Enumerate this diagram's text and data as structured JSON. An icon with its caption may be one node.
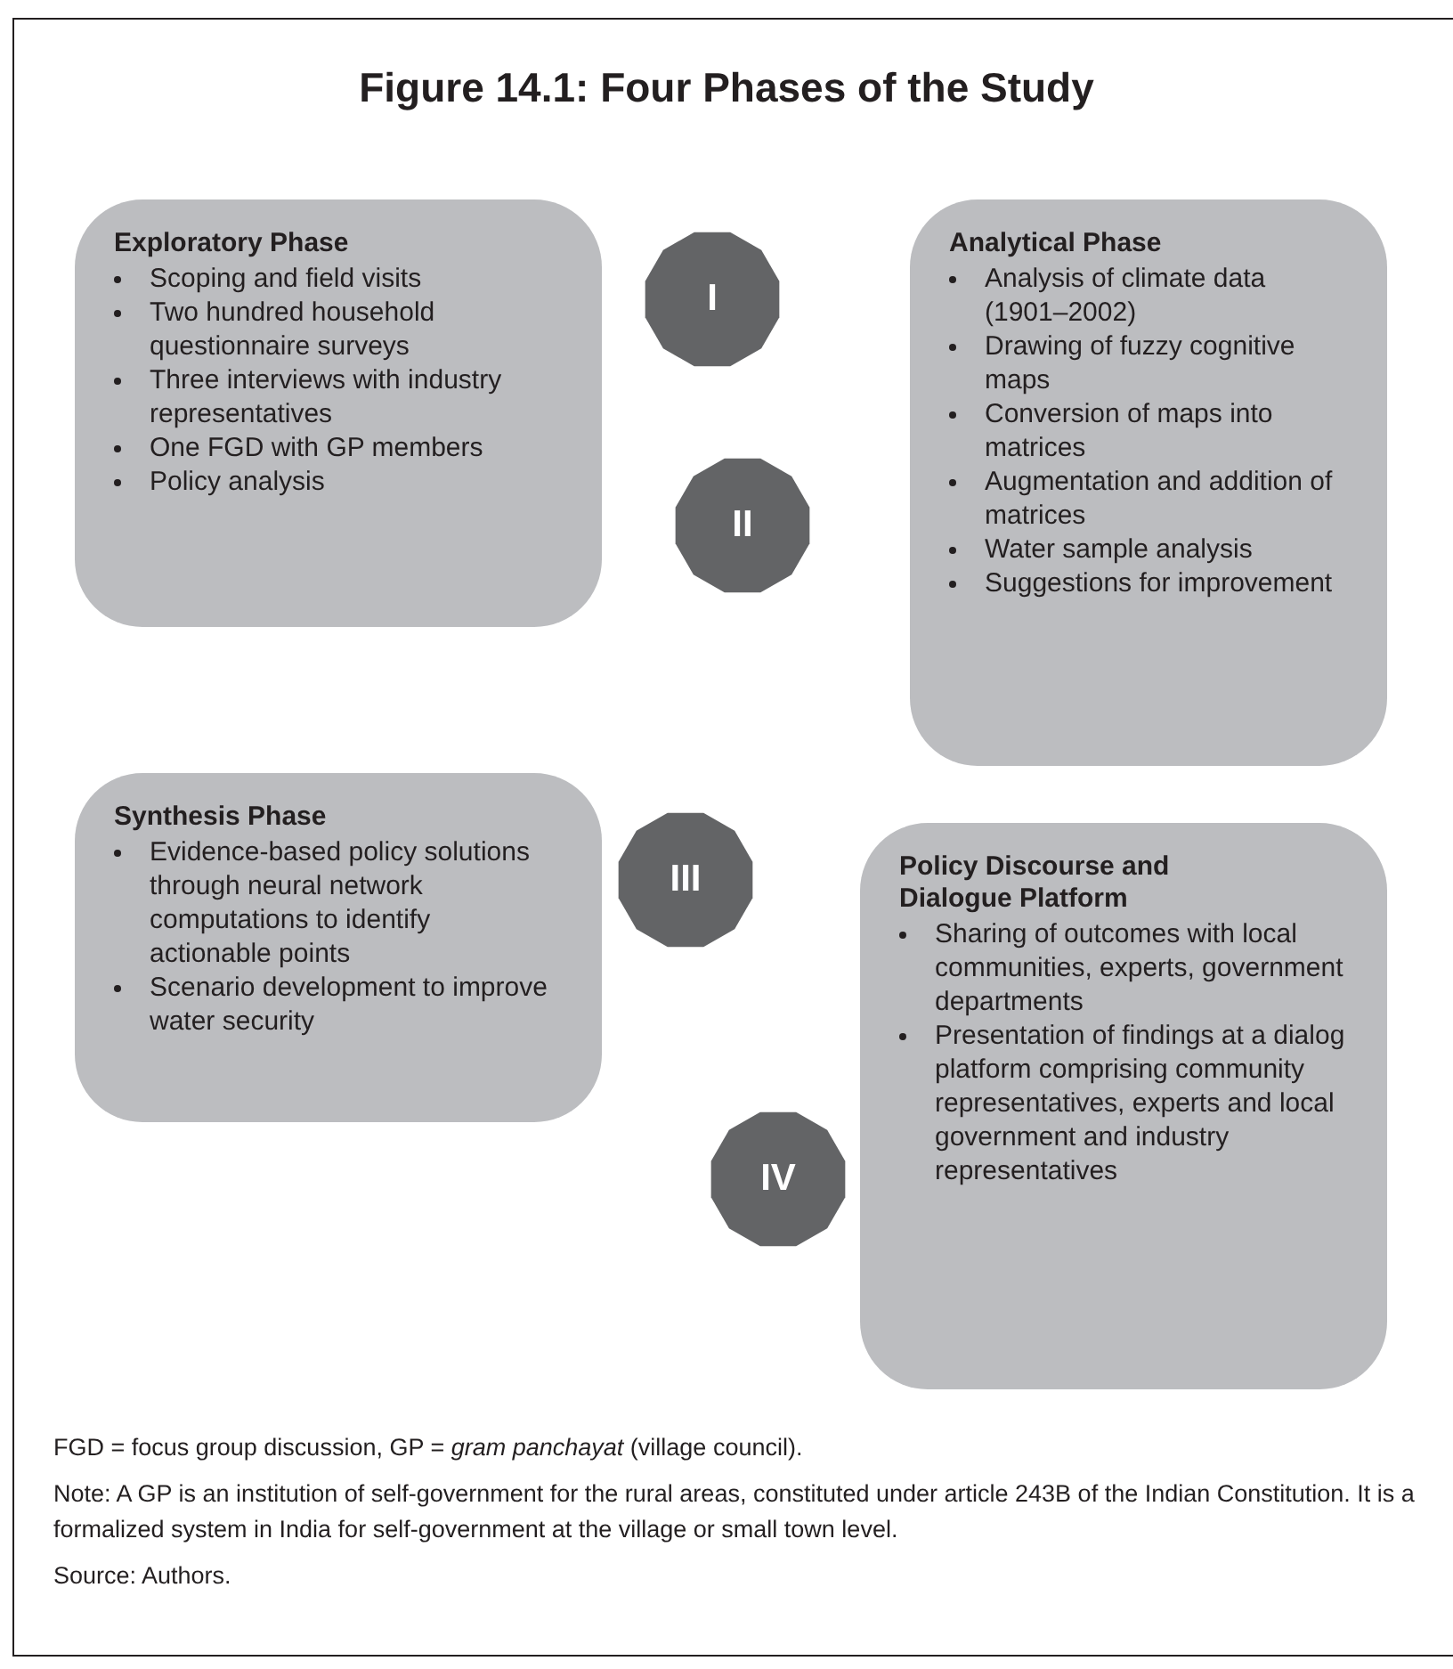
{
  "diagram": {
    "title": "Figure 14.1: Four Phases of the Study",
    "nodes": [
      {
        "text": [
          "Exploratory Phase",
          "Scoping and field visits",
          "Two hundred household questionnaire surveys",
          "Three interviews with industry representatives",
          "One FGD with GP members",
          "Policy analysis"
        ]
      },
      {
        "text": [
          "I"
        ]
      },
      {
        "text": [
          "Analytical Phase",
          "Analysis of climate data (1901–2002)",
          "Drawing of fuzzy cognitive maps",
          "Conversion of maps into matrices",
          "Augmentation and addition of matrices",
          "Water sample analysis",
          "Suggestions for improvement"
        ]
      },
      {
        "text": [
          "II"
        ]
      },
      {
        "text": [
          "Synthesis Phase",
          "Evidence-based policy solutions through neural network computations to identify actionable points",
          "Scenario development to improve water security"
        ]
      },
      {
        "text": [
          "III"
        ]
      },
      {
        "text": [
          "Policy Discourse and Dialogue Platform",
          "Sharing of outcomes with local communities, experts, government departments",
          "Presentation of findings at a dialog platform comprising community representatives, experts and local government and industry representatives"
        ]
      },
      {
        "text": [
          "IV"
        ]
      }
    ],
    "labels": [
      "FGD = focus group discussion, GP = *gram panchayat* (village council).",
      "Note: A GP is an institution of self-government for the rural areas, constituted under article 243B of the Indian Constitution. It is a formalized system in India for self-government at the village or small town level.",
      "Source: Authors."
    ]
  }
}
